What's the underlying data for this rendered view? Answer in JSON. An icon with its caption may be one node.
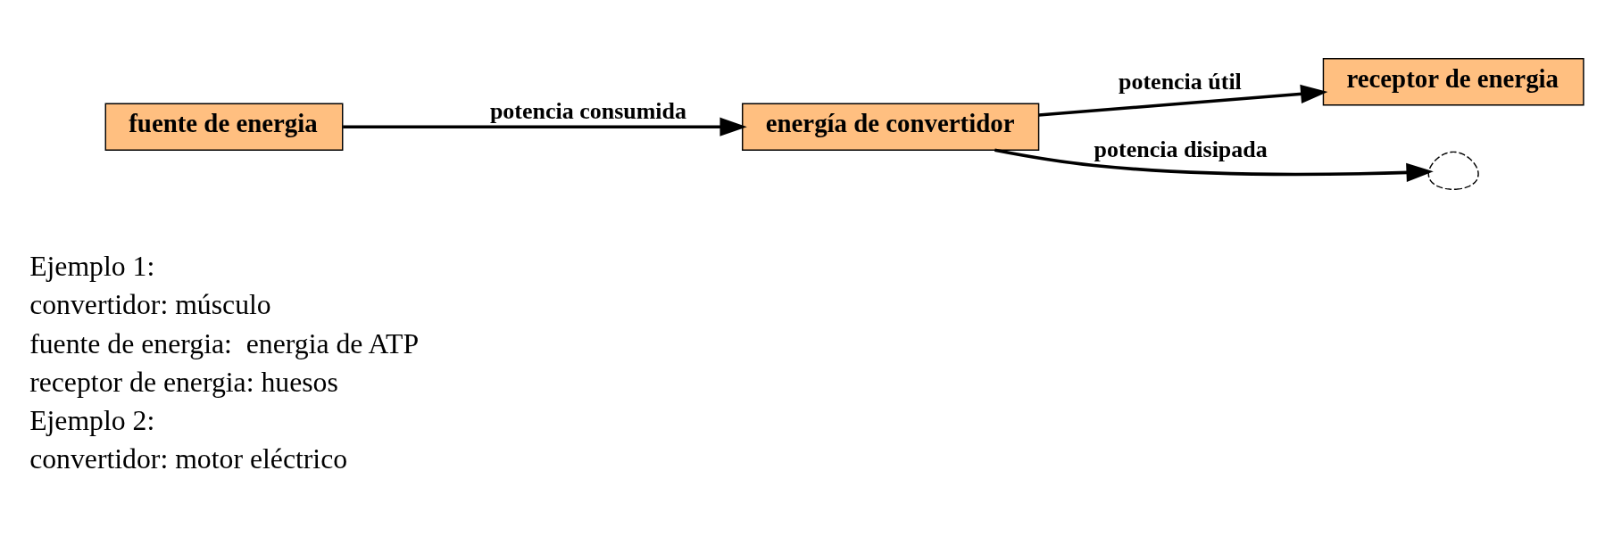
{
  "diagram": {
    "nodes": [
      {
        "text": [
          "fuente de energia"
        ]
      },
      {
        "text": [
          "energía de convertidor"
        ]
      },
      {
        "text": [
          "receptor de energia"
        ]
      },
      {
        "text": [],
        "shape": "cloud"
      }
    ],
    "edges": [
      {
        "from": 0,
        "to": 1,
        "arrow": "to",
        "label": "potencia consumida"
      },
      {
        "from": 1,
        "to": 2,
        "arrow": "to",
        "label": "potencia útil"
      },
      {
        "from": 1,
        "to": 3,
        "arrow": "to",
        "label": "potencia disipada"
      }
    ],
    "labels": [
      "Ejemplo 1:",
      "convertidor: músculo",
      "fuente de energia:  energia de ATP",
      "receptor de energia: huesos",
      "Ejemplo 2:",
      "convertidor: motor eléctrico"
    ]
  }
}
